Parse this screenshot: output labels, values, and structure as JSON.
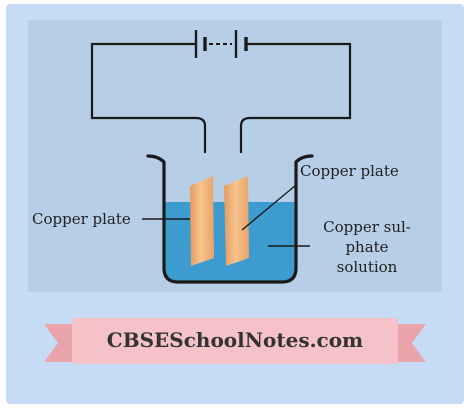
{
  "labels": {
    "left_plate": "Copper plate",
    "right_plate": "Copper plate",
    "solution_line1": "Copper sul-",
    "solution_line2": "phate",
    "solution_line3": "solution"
  },
  "watermark": "CBSESchoolNotes.com",
  "colors": {
    "background": "#c5dcf4",
    "panel": "#b6cfe6",
    "solution": "#3d9ccf",
    "plate": "#f2b47a",
    "ribbon": "#f5c3c7",
    "ribbon_dark": "#e9a3aa"
  }
}
